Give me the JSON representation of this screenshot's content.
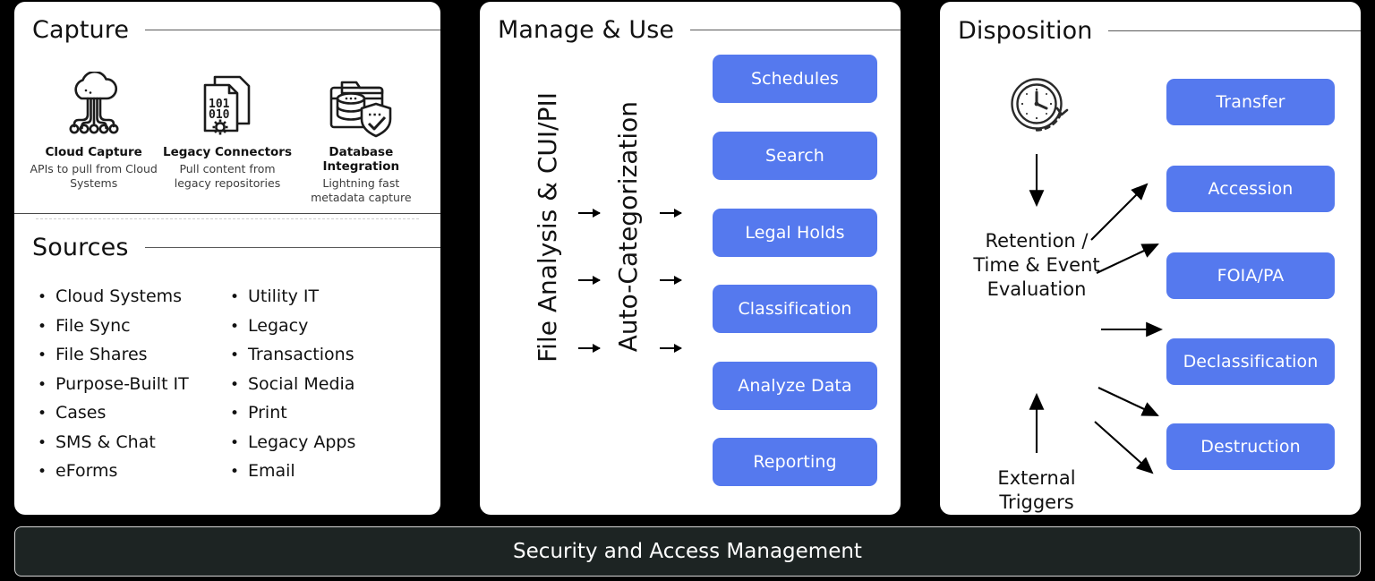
{
  "background_color": "#000000",
  "panel_color": "#ffffff",
  "accent_color": "#5579ee",
  "footer_color": "#1d2423",
  "capture": {
    "title": "Capture",
    "icons": [
      {
        "icon": "cloud-capture-icon",
        "title": "Cloud Capture",
        "subtitle": "APIs to pull from\nCloud Systems"
      },
      {
        "icon": "legacy-connectors-icon",
        "title": "Legacy Connectors",
        "subtitle": "Pull content from\nlegacy repositories"
      },
      {
        "icon": "database-integration-icon",
        "title": "Database Integration",
        "subtitle": "Lightning fast\nmetadata capture"
      }
    ]
  },
  "sources": {
    "title": "Sources",
    "bullet": "•",
    "column_left": [
      "Cloud Systems",
      "File Sync",
      "File Shares",
      "Purpose-Built IT",
      "Cases",
      "SMS & Chat",
      "eForms"
    ],
    "column_right": [
      "Utility IT",
      "Legacy",
      "Transactions",
      "Social Media",
      "Print",
      "Legacy Apps",
      "Email"
    ]
  },
  "manage": {
    "title": "Manage & Use",
    "stage_one_label": "File Analysis  &  CUI/PII",
    "stage_two_label": "Auto-Categorization",
    "buttons": [
      "Schedules",
      "Search",
      "Legal Holds",
      "Classification",
      "Analyze Data",
      "Reporting"
    ]
  },
  "disposition": {
    "title": "Disposition",
    "clock_icon": "retention-clock-icon",
    "evaluation_label": "Retention /\nTime & Event\nEvaluation",
    "triggers_label": "External\nTriggers",
    "buttons": [
      "Transfer",
      "Accession",
      "FOIA/PA",
      "Declassification",
      "Destruction"
    ]
  },
  "footer": {
    "label": "Security and Access Management"
  }
}
